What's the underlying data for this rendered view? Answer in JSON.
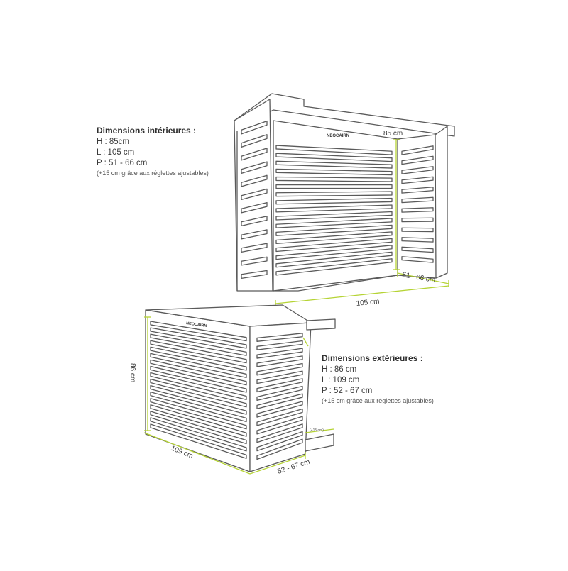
{
  "interior": {
    "title": "Dimensions intérieures :",
    "height": "H : 85cm",
    "length": "L : 105 cm",
    "depth": "P : 51 - 66 cm",
    "note": "(+15 cm grâce aux réglettes ajustables)",
    "dim_height_label": "85 cm",
    "dim_length_label": "105 cm",
    "dim_depth_label": "51 - 66 cm"
  },
  "exterior": {
    "title": "Dimensions extérieures :",
    "height": "H : 86 cm",
    "length": "L : 109 cm",
    "depth": "P : 52 - 67 cm",
    "note": "(+15 cm grâce aux réglettes ajustables)",
    "dim_height_label": "86 cm",
    "dim_length_label": "109 cm",
    "dim_depth_label": "52 - 67 cm",
    "extension_label": "(+15 cm)"
  },
  "brand_logo": "NEOCAIRN",
  "colors": {
    "outline": "#5a5a5a",
    "dimension": "#b5d334",
    "text": "#3a3a3a"
  }
}
